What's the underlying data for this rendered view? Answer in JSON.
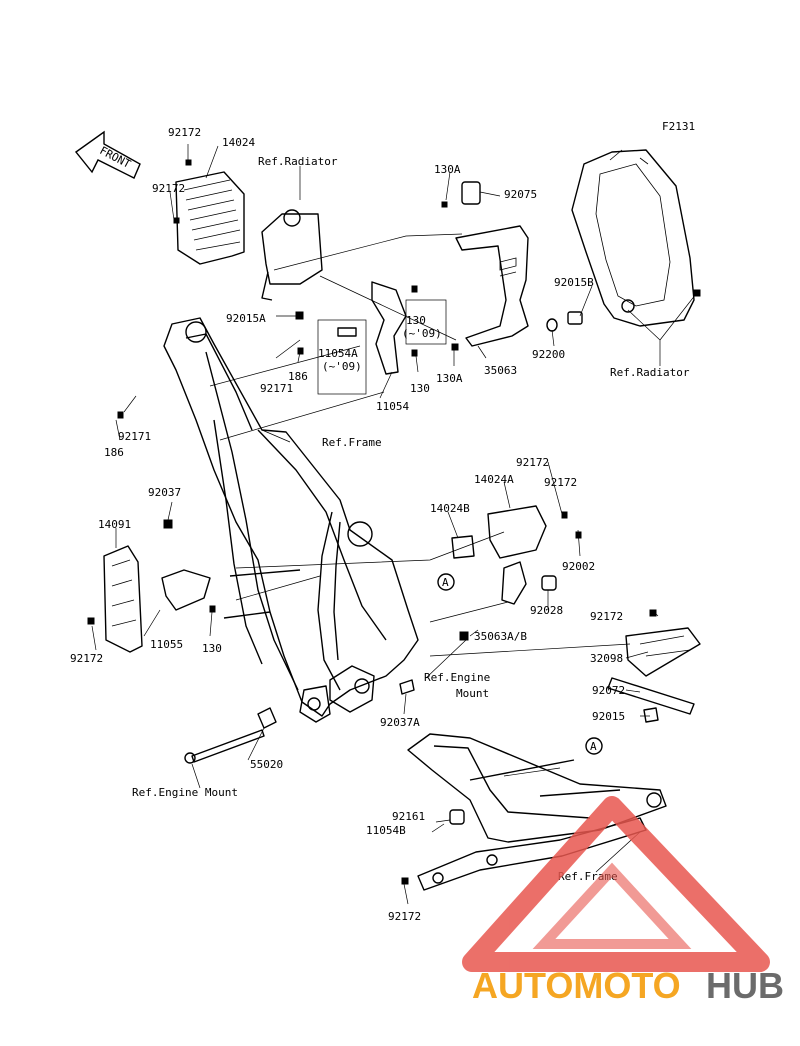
{
  "figure_code": "F2131",
  "front_arrow_text": "FRONT",
  "callout_a": "A",
  "labels": {
    "l92172_top": "92172",
    "l14024": "14024",
    "l92172_left": "92172",
    "ref_radiator_top": "Ref.Radiator",
    "l92015A": "92015A",
    "l130A_top": "130A",
    "l92075": "92075",
    "l92015B": "92015B",
    "l92200": "92200",
    "ref_radiator_right": "Ref.Radiator",
    "l35063": "35063",
    "l130A_mid": "130A",
    "l130_09": "130",
    "l09_a": "(~'09)",
    "l130_b": "130",
    "l11054A": "11054A",
    "l09_b": "(~'09)",
    "l11054": "11054",
    "l186_a": "186",
    "l92171_a": "92171",
    "l92171_b": "92171",
    "l186_b": "186",
    "ref_frame_mid": "Ref.Frame",
    "l92037": "92037",
    "l14091": "14091",
    "l11055": "11055",
    "l130_c": "130",
    "l92172_bl": "92172",
    "l92172_r1": "92172",
    "l14024A": "14024A",
    "l92172_r2": "92172",
    "l14024B": "14024B",
    "l92002": "92002",
    "l92028": "92028",
    "l35063AB": "35063A/B",
    "ref_engine_mount_a": "Ref.Engine",
    "ref_engine_mount_b": "Mount",
    "l92037A": "92037A",
    "l92172_r3": "92172",
    "l32098": "32098",
    "l92072": "92072",
    "l92015": "92015",
    "l55020": "55020",
    "ref_engine_mount_bottom": "Ref.Engine Mount",
    "l92161": "92161",
    "l11054B": "11054B",
    "ref_frame_bottom": "Ref.Frame",
    "l92172_bottom": "92172"
  },
  "watermark": {
    "part1": "AUTOMOTO",
    "part2": "HUB",
    "triangle_color": "#e8574f",
    "text_color": "#f5a623",
    "hub_color": "#6b6b6b"
  }
}
